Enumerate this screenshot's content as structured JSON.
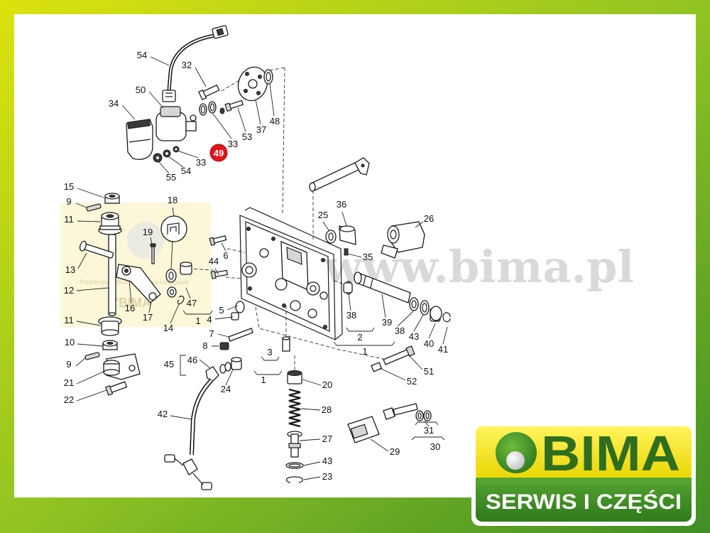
{
  "diagram": {
    "callouts": [
      "54",
      "32",
      "50",
      "34",
      "48",
      "37",
      "53",
      "33",
      "33",
      "54",
      "55",
      "15",
      "18",
      "9",
      "36",
      "25",
      "26",
      "11",
      "19",
      "6",
      "35",
      "44",
      "13",
      "12",
      "47",
      "16",
      "5",
      "38",
      "1",
      "17",
      "4",
      "11",
      "39",
      "14",
      "38",
      "7",
      "2",
      "43",
      "10",
      "40",
      "8",
      "41",
      "1",
      "46",
      "3",
      "9",
      "45",
      "51",
      "1",
      "52",
      "21",
      "20",
      "24",
      "22",
      "28",
      "42",
      "31",
      "27",
      "30",
      "29",
      "43",
      "23"
    ],
    "highlighted_callout": "49"
  },
  "watermark": {
    "url": "www.bima.pl",
    "company_line1": "Przedsiębiorstwo Handlowo-Usługowe",
    "company_line2": "\"BIMA\""
  },
  "logo": {
    "brand": "BIMA",
    "tagline": "SERWIS I CZĘŚCI"
  },
  "colors": {
    "highlight": "#e3141c",
    "logo_yellow": "#f2e400",
    "logo_green": "#2f6e1e",
    "frame_green": "#6fb02a"
  }
}
